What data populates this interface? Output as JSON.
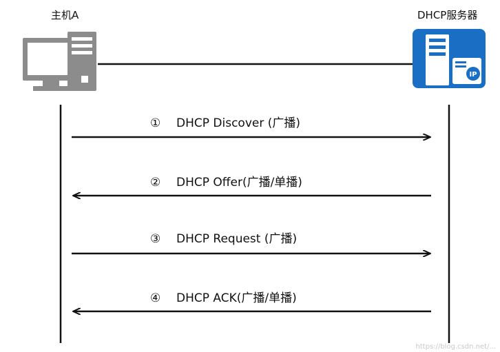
{
  "host": {
    "label": "主机A",
    "icon": "desktop-computer-icon"
  },
  "server": {
    "label": "DHCP服务器",
    "icon": "ip-server-icon",
    "badge": "IP",
    "color": "#1a6fc4"
  },
  "messages": [
    {
      "num": "①",
      "text": "DHCP Discover (广播)",
      "direction": "host-to-server"
    },
    {
      "num": "②",
      "text": "DHCP Offer(广播/单播)",
      "direction": "server-to-host"
    },
    {
      "num": "③",
      "text": "DHCP Request (广播)",
      "direction": "host-to-server"
    },
    {
      "num": "④",
      "text": "DHCP ACK(广播/单播)",
      "direction": "server-to-host"
    }
  ],
  "watermark": "https://blog.csdn.net/..."
}
